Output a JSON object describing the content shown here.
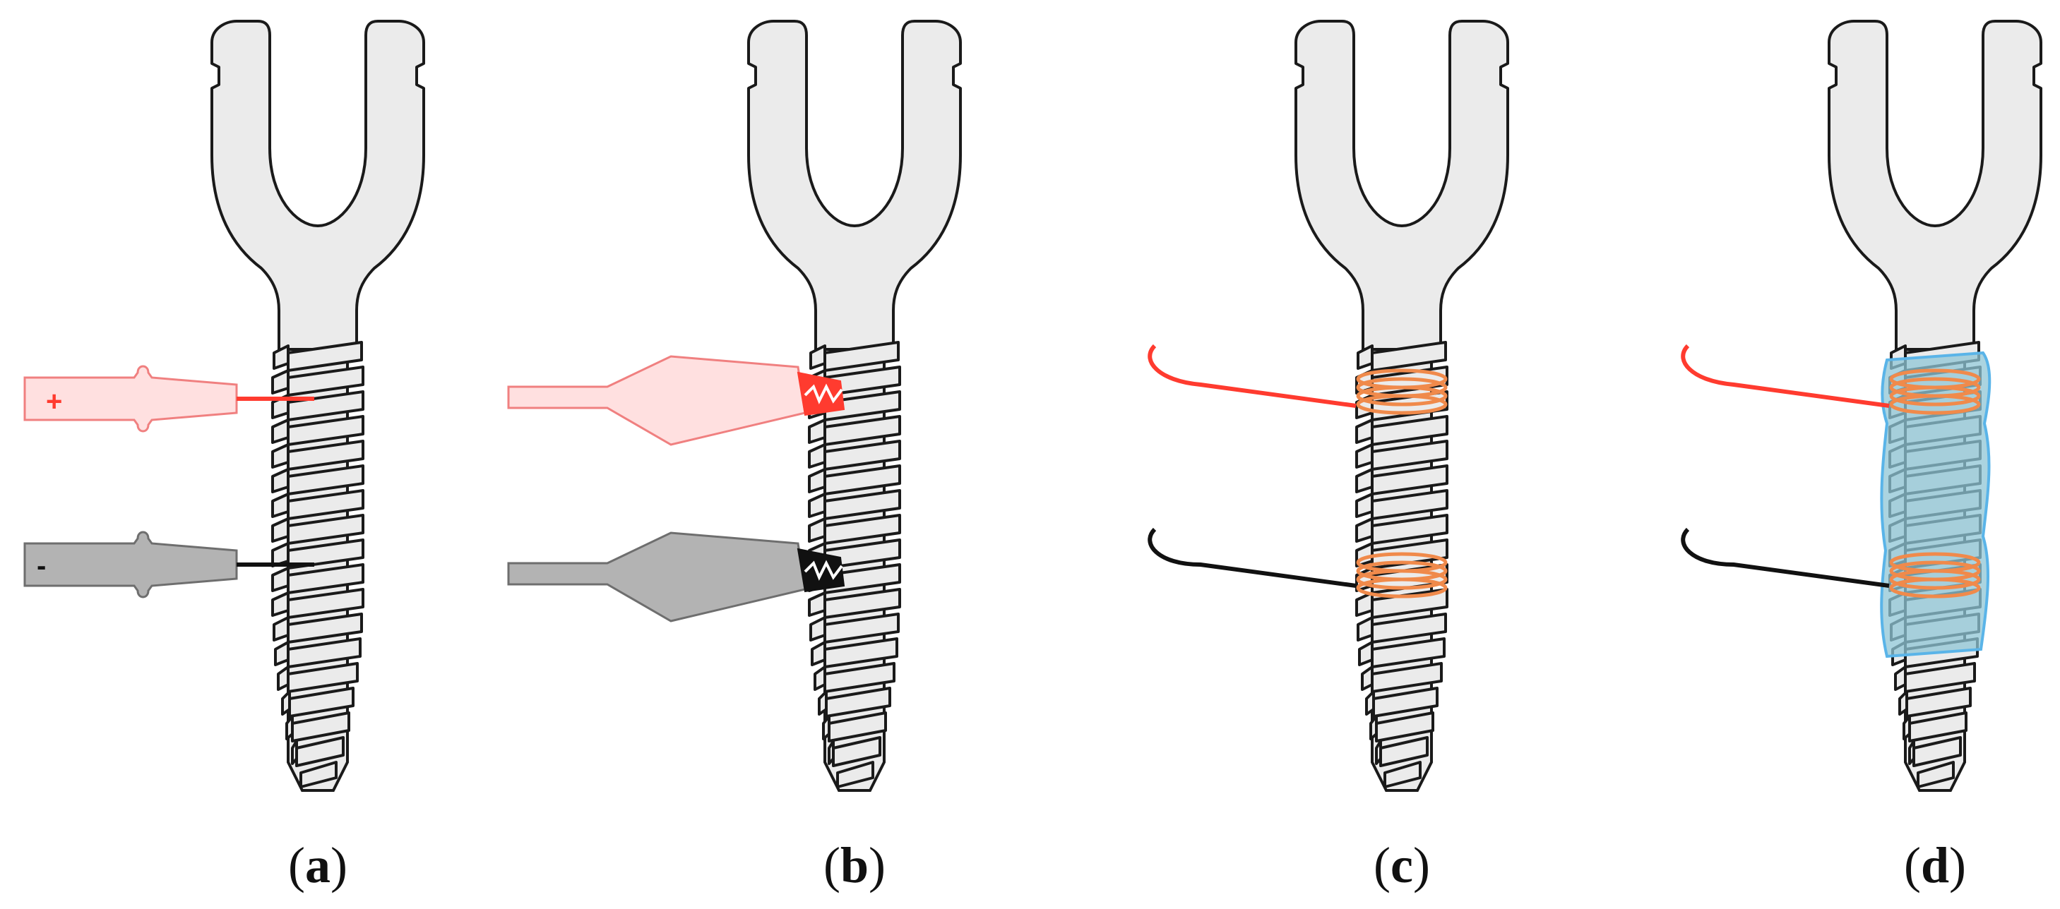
{
  "colors": {
    "screw_fill": "#ebebeb",
    "outline": "#1a1a1a",
    "positive_wire": "#ff3b2f",
    "negative_wire": "#111111",
    "positive_probe_fill": "#ffe0e0",
    "positive_probe_stroke": "#f08080",
    "negative_probe_fill": "#b3b3b3",
    "negative_probe_stroke": "#6e6e6e",
    "coil": "#f08a4b",
    "coating_fill": "#8fc6d6",
    "coating_stroke": "#5ab4e8"
  },
  "panels": [
    {
      "id": "a",
      "caption": "a",
      "probe_type": "pin-probe"
    },
    {
      "id": "b",
      "caption": "b",
      "probe_type": "alligator-clip"
    },
    {
      "id": "c",
      "caption": "c",
      "probe_type": "wire-coil"
    },
    {
      "id": "d",
      "caption": "d",
      "probe_type": "wire-coil-with-coating"
    }
  ],
  "probe_labels": {
    "positive": "+",
    "negative": "-"
  }
}
